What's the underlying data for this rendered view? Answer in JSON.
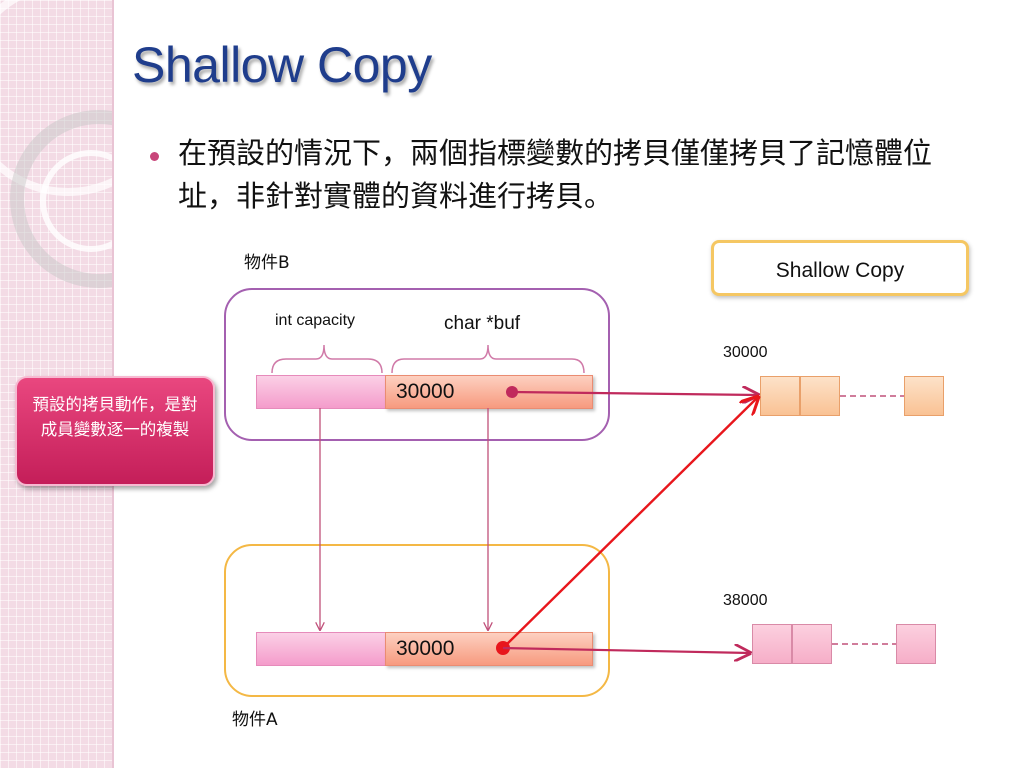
{
  "slide": {
    "title": "Shallow Copy",
    "bullet": "在預設的情況下，兩個指標變數的拷貝僅僅拷貝了記憶體位址，非針對實體的資料進行拷貝。"
  },
  "diagram": {
    "object_b_label": "物件B",
    "object_a_label": "物件A",
    "field_int_label": "int capacity",
    "field_ptr_label": "char *buf",
    "object_b_pointer_value": "30000",
    "object_a_pointer_value": "30000",
    "memory_block_1_address": "30000",
    "memory_block_2_address": "38000",
    "callout_text": "預設的拷貝動作，是對成員變數逐一的複製",
    "legend_box_text": "Shallow Copy"
  },
  "colors": {
    "title": "#1f3d8c",
    "object_b_border": "#a460b0",
    "object_a_border": "#f4b845",
    "callout": "#d0306a",
    "arrow_b": "#c02a5c",
    "arrow_a": "#e8161c"
  },
  "icons": {
    "bullet": "bullet-dot"
  }
}
